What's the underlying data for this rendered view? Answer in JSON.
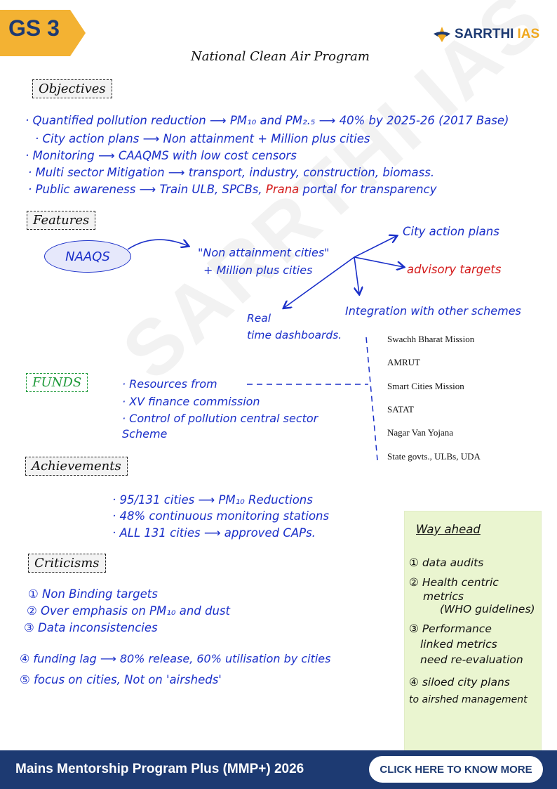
{
  "header": {
    "tag": "GS 3",
    "logo_part1": "SARRTHI",
    "logo_part2": "IAS"
  },
  "title": "National Clean Air Program",
  "watermark": "SARRTHI IAS",
  "objectives": {
    "heading": "Objectives",
    "items": [
      "· Quantified pollution reduction ⟶ PM₁₀ and PM₂.₅ ⟶ 40% by 2025-26 (2017 Base)",
      "· City action plans ⟶ Non attainment + Million plus cities",
      "· Monitoring ⟶ CAAQMS with low cost censors",
      "· Multi sector Mitigation ⟶ transport, industry, construction, biomass.",
      "· Public awareness ⟶ Train ULB, SPCBs,"
    ],
    "prana": "Prana",
    "prana_suffix": "portal for transparency"
  },
  "features": {
    "heading": "Features",
    "naaqs": "NAAQS",
    "center_line1": "\"Non attainment cities\"",
    "center_line2": "+ Million plus cities",
    "city_action": "City action plans",
    "advisory": "advisory targets",
    "realtime_line1": "Real",
    "realtime_line2": "time dashboards.",
    "integration": "Integration with other schemes",
    "schemes": [
      "Swachh Bharat Mission",
      "AMRUT",
      "Smart Cities Mission",
      "SATAT",
      "Nagar Van Yojana",
      "State govts., ULBs, UDA"
    ]
  },
  "funds": {
    "heading": "FUNDS",
    "items": [
      "· Resources from",
      "· XV finance commission",
      "· Control of pollution central sector",
      "  Scheme"
    ]
  },
  "achievements": {
    "heading": "Achievements",
    "items": [
      "· 95/131 cities ⟶ PM₁₀ Reductions",
      "· 48% continuous monitoring stations",
      "· ALL 131 cities ⟶ approved CAPs."
    ]
  },
  "criticisms": {
    "heading": "Criticisms",
    "items": [
      "① Non Binding targets",
      "② Over emphasis on PM₁₀ and dust",
      "③ Data inconsistencies",
      "④ funding lag ⟶ 80% release, 60% utilisation by cities",
      "⑤ focus on cities, Not on 'airsheds'"
    ]
  },
  "way_ahead": {
    "heading": "Way ahead",
    "items": [
      "① data audits",
      "② Health centric",
      "metrics",
      "(WHO guidelines)",
      "③ Performance",
      "linked metrics",
      "need re-evaluation",
      "④ siloed city plans",
      "to airshed management"
    ]
  },
  "footer": {
    "program": "Mains Mentorship Program Plus (MMP+) 2026",
    "cta": "CLICK HERE TO KNOW MORE"
  },
  "colors": {
    "ink_blue": "#1a2fc9",
    "ink_red": "#d41a1a",
    "ink_green": "#1f9a3a",
    "brand_navy": "#1d3a72",
    "brand_gold": "#f0a81e",
    "note_bg": "#eaf5d0"
  }
}
